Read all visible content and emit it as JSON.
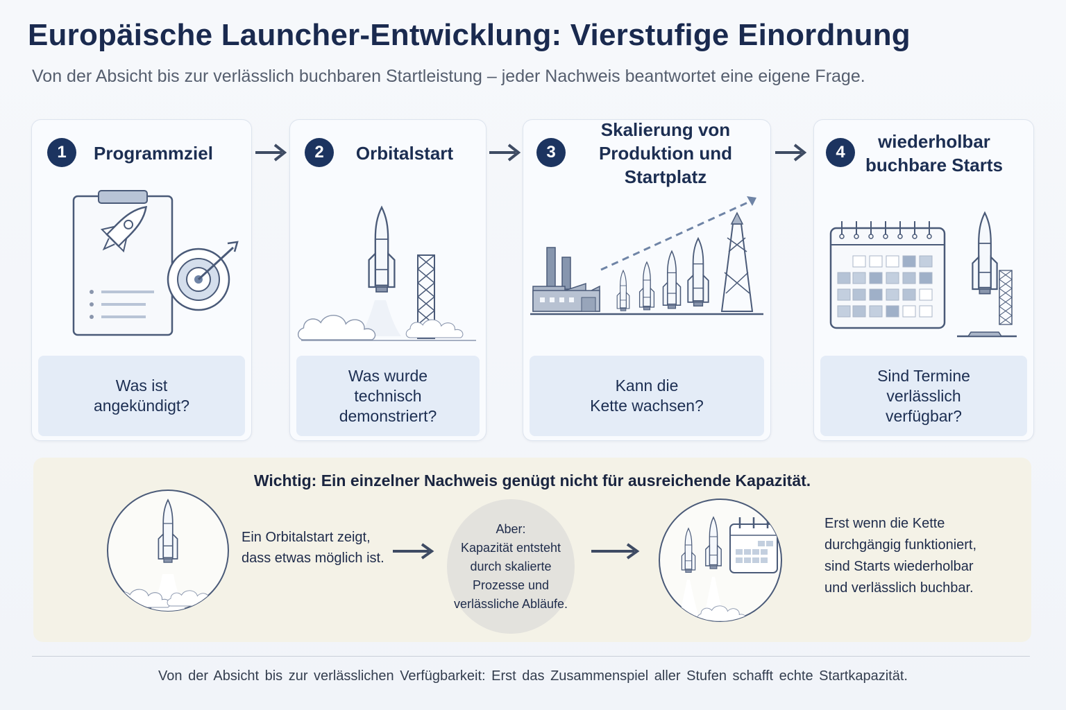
{
  "header": {
    "title": "Europäische Launcher-Entwicklung: Vierstufige Einordnung",
    "subtitle": "Von der Absicht bis zur verlässlich buchbaren Startleistung – jeder Nachweis beantwortet eine eigene Frage."
  },
  "stages": [
    {
      "number": "1",
      "title_lines": [
        "Programmziel"
      ],
      "question_lines": [
        "Was ist",
        "angekündigt?"
      ],
      "illustration": "clipboard-rocket-target-icon"
    },
    {
      "number": "2",
      "title_lines": [
        "Orbitalstart"
      ],
      "question_lines": [
        "Was wurde",
        "technisch",
        "demonstriert?"
      ],
      "illustration": "rocket-launch-tower-icon"
    },
    {
      "number": "3",
      "title_lines": [
        "Skalierung von",
        "Produktion und Startplatz"
      ],
      "question_lines": [
        "Kann die",
        "Kette wachsen?"
      ],
      "illustration": "factory-rockets-growth-icon"
    },
    {
      "number": "4",
      "title_lines": [
        "wiederholbar",
        "buchbare Starts"
      ],
      "question_lines": [
        "Sind Termine",
        "verlässlich",
        "verfügbar?"
      ],
      "illustration": "calendar-rocket-icon"
    }
  ],
  "bottom": {
    "heading": "Wichtig: Ein einzelner Nachweis genügt nicht für ausreichende Kapazität.",
    "left_text_lines": [
      "Ein Orbitalstart zeigt,",
      "dass etwas möglich ist."
    ],
    "middle_lines": [
      "Aber:",
      "Kapazität entsteht",
      "durch skalierte",
      "Prozesse und",
      "verlässliche Abläufe."
    ],
    "right_text_lines": [
      "Erst wenn die Kette",
      "durchgängig funktioniert,",
      "sind Starts wiederholbar",
      "und verlässlich buchbar."
    ]
  },
  "footer": {
    "text": "Von der Absicht bis zur verlässlichen Verfügbarkeit: Erst das Zusammenspiel aller Stufen schafft echte Startkapazität."
  },
  "colors": {
    "navy": "#1c3460",
    "line": "#4a5a78",
    "question_bg": "#e4ecf7",
    "panel_bg": "#f4f2e7"
  }
}
